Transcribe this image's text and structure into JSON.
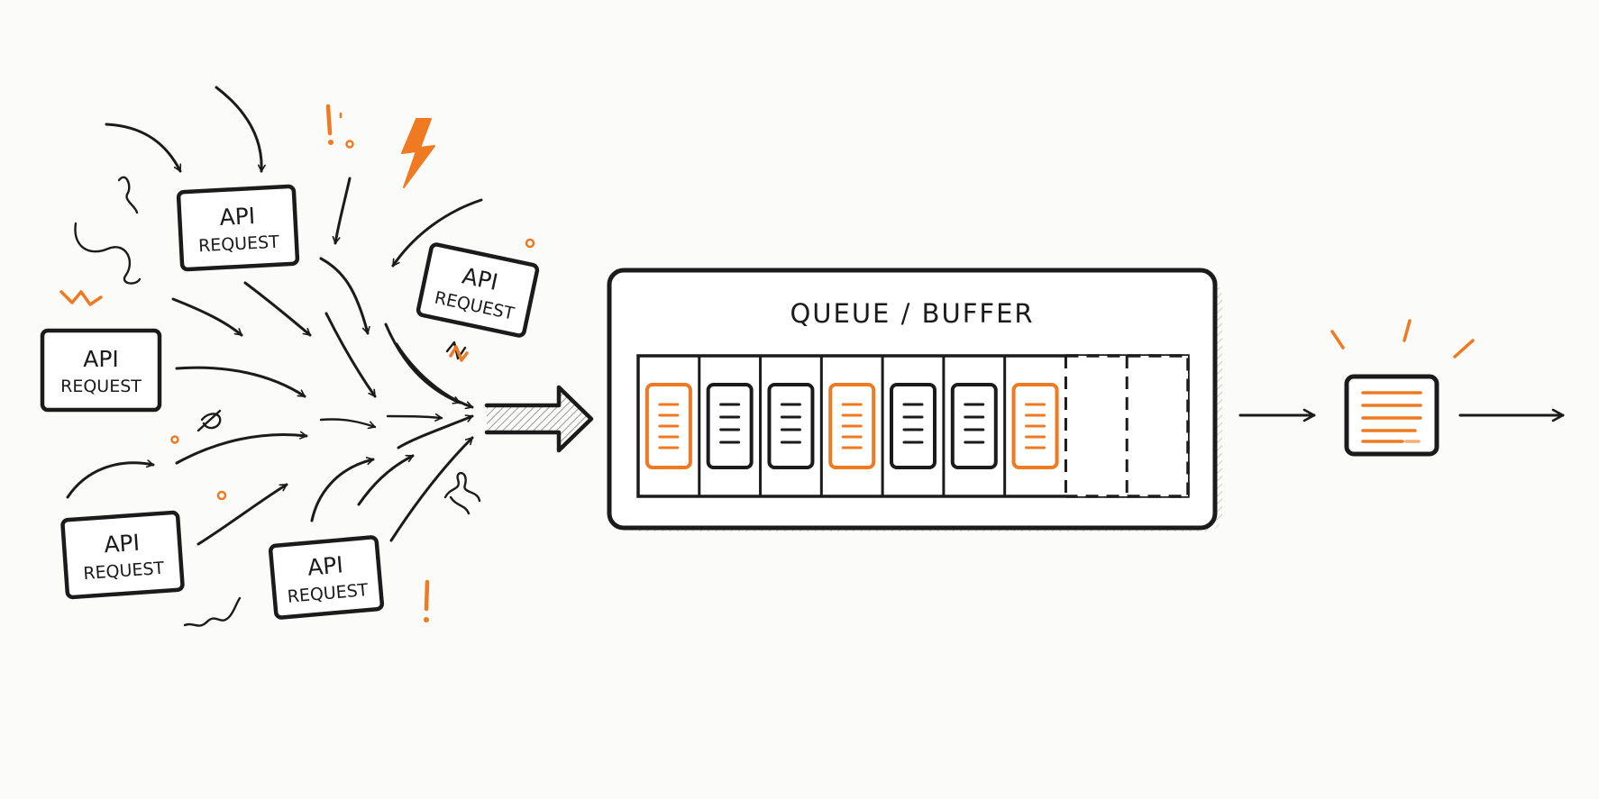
{
  "colors": {
    "accent": "#ef7a22",
    "ink": "#1b1b1b",
    "background": "#fbfbfa",
    "shadow": "#c9c9c9"
  },
  "requests": [
    {
      "line1": "API",
      "line2": "REQUEST"
    },
    {
      "line1": "API",
      "line2": "REQUEST"
    },
    {
      "line1": "API",
      "line2": "REQUEST"
    },
    {
      "line1": "API",
      "line2": "REQUEST"
    },
    {
      "line1": "API",
      "line2": "REQUEST"
    }
  ],
  "queue": {
    "title": "QUEUE / BUFFER",
    "slots": [
      {
        "state": "filled",
        "highlight": true
      },
      {
        "state": "filled",
        "highlight": false
      },
      {
        "state": "filled",
        "highlight": false
      },
      {
        "state": "filled",
        "highlight": true
      },
      {
        "state": "filled",
        "highlight": false
      },
      {
        "state": "filled",
        "highlight": false
      },
      {
        "state": "filled",
        "highlight": true
      },
      {
        "state": "empty",
        "highlight": false
      },
      {
        "state": "empty",
        "highlight": false
      }
    ]
  },
  "icons": {
    "lightning": "lightning-bolt-icon",
    "exclamation": "exclamation-icon",
    "processor": "processed-document-icon"
  }
}
